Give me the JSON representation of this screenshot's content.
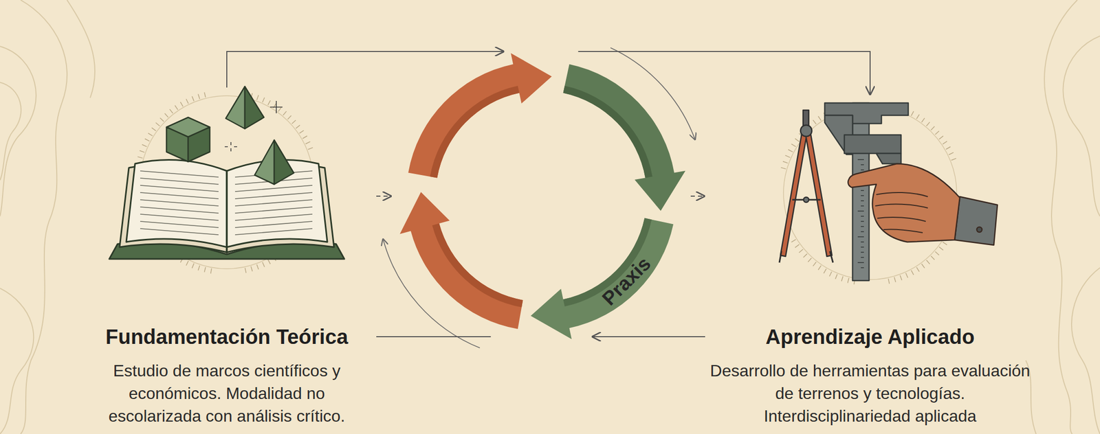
{
  "diagram": {
    "nodes": [
      {
        "text": [
          "Fundamentación Teórica",
          "Estudio de marcos científicos y económicos. Modalidad no escolarizada con análisis crítico."
        ]
      },
      {
        "text": [
          "Praxis"
        ]
      },
      {
        "text": [
          "Aprendizaje Aplicado",
          "Desarrollo de herramientas para evaluación de terrenos y tecnologías. Interdisciplinariedad aplicada"
        ]
      }
    ],
    "edges": [
      {
        "from": 0,
        "to": 1,
        "arrow": "to"
      },
      {
        "from": 1,
        "to": 2,
        "arrow": "to"
      },
      {
        "from": 0,
        "to": 1,
        "arrow": "to"
      },
      {
        "from": 1,
        "to": 2,
        "arrow": "to"
      },
      {
        "from": 0,
        "to": 1,
        "arrow": "none"
      },
      {
        "from": 2,
        "to": 1,
        "arrow": "to"
      }
    ]
  }
}
